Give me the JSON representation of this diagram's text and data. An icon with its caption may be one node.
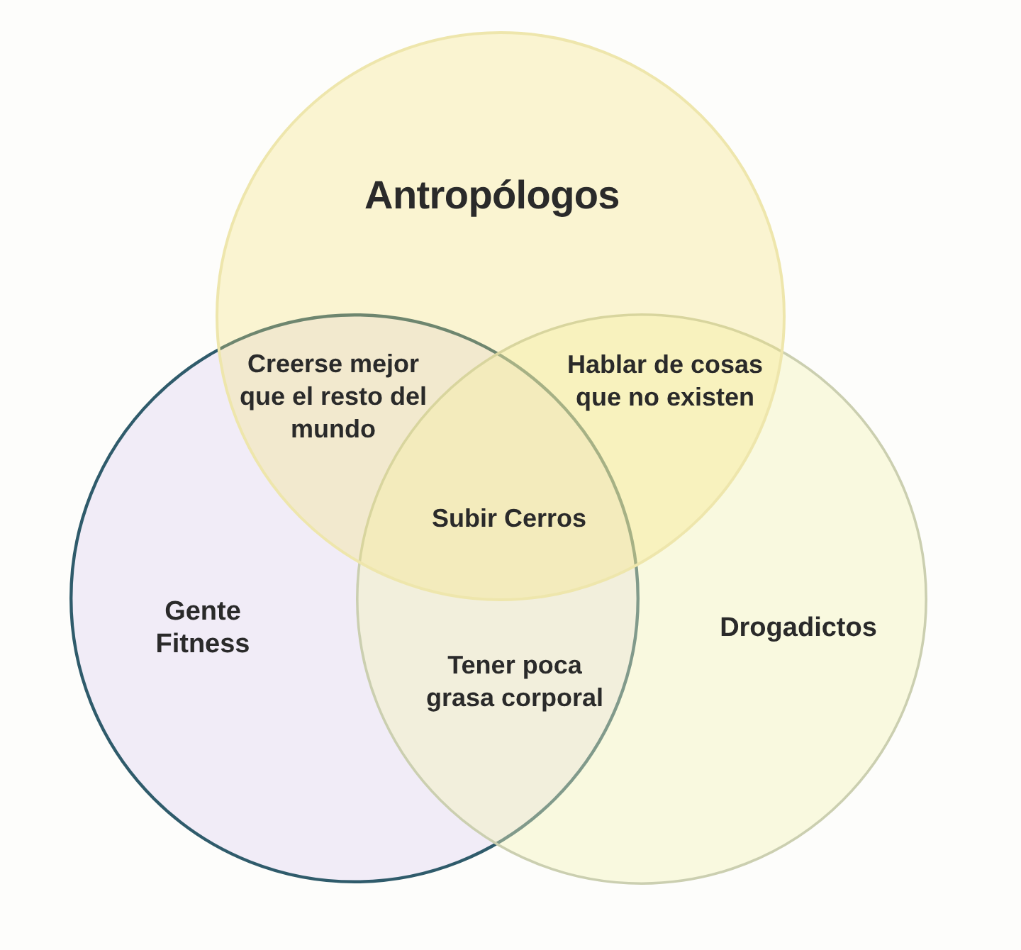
{
  "diagram": {
    "nodes": [
      {
        "text": [
          "Antropólogos"
        ]
      },
      {
        "text": [
          "Gente Fitness"
        ]
      },
      {
        "text": [
          "Drogadictos"
        ]
      }
    ],
    "labels": [
      "Creerse mejor que el resto del mundo",
      "Hablar de cosas que no existen",
      "Subir Cerros",
      "Tener poca grasa corporal"
    ]
  }
}
